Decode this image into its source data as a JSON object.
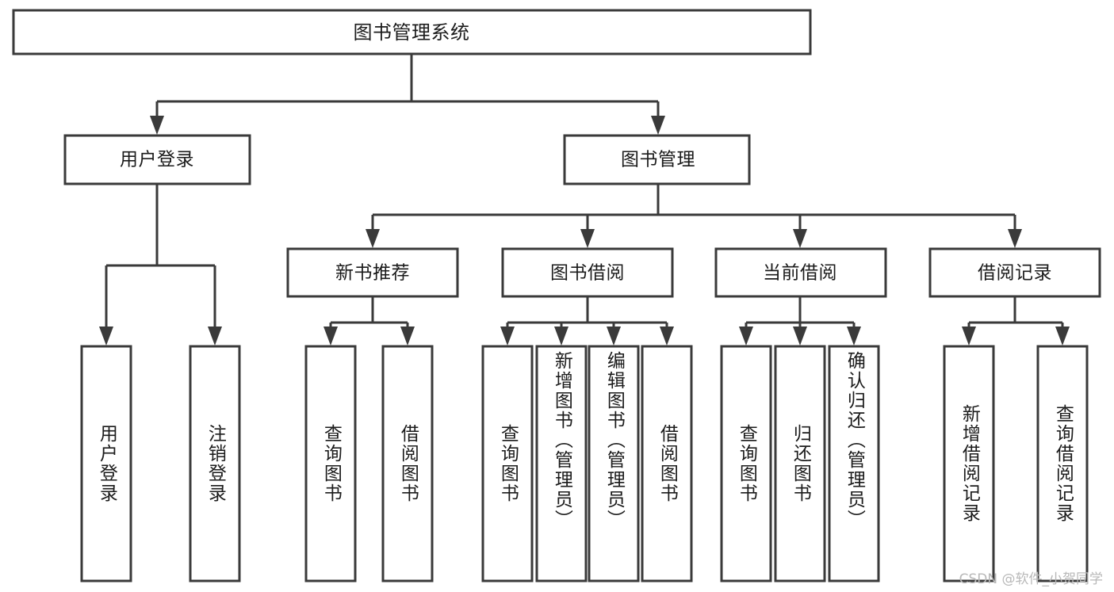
{
  "diagram": {
    "title": "图书管理系统",
    "type": "tree-hierarchy",
    "watermark": "CSDN @软件_小贺同学",
    "colors": {
      "box_fill": "#ffffff",
      "box_stroke": "#3a3a3a",
      "text": "#1b1b1b",
      "background": "#ffffff",
      "watermark": "#b8b8b8"
    },
    "root": {
      "id": "root",
      "label": "图书管理系统",
      "orientation": "horizontal"
    },
    "level2": [
      {
        "id": "user-login",
        "label": "用户登录",
        "orientation": "horizontal"
      },
      {
        "id": "book-management",
        "label": "图书管理",
        "orientation": "horizontal"
      }
    ],
    "level3": [
      {
        "id": "new-book-recommend",
        "label": "新书推荐",
        "orientation": "horizontal",
        "parent": "book-management"
      },
      {
        "id": "book-borrow",
        "label": "图书借阅",
        "orientation": "horizontal",
        "parent": "book-management"
      },
      {
        "id": "current-borrow",
        "label": "当前借阅",
        "orientation": "horizontal",
        "parent": "book-management"
      },
      {
        "id": "borrow-record",
        "label": "借阅记录",
        "orientation": "horizontal",
        "parent": "book-management"
      }
    ],
    "leaves": [
      {
        "id": "leaf-user-login",
        "label": "用户登录",
        "orientation": "vertical",
        "parent": "user-login"
      },
      {
        "id": "leaf-logout-login",
        "label": "注销登录",
        "orientation": "vertical",
        "parent": "user-login"
      },
      {
        "id": "leaf-query-book-1",
        "label": "查询图书",
        "orientation": "vertical",
        "parent": "new-book-recommend"
      },
      {
        "id": "leaf-borrow-book-1",
        "label": "借阅图书",
        "orientation": "vertical",
        "parent": "new-book-recommend"
      },
      {
        "id": "leaf-query-book-2",
        "label": "查询图书",
        "orientation": "vertical",
        "parent": "book-borrow"
      },
      {
        "id": "leaf-add-book",
        "label": "新增图书（管理员）",
        "orientation": "vertical",
        "parent": "book-borrow"
      },
      {
        "id": "leaf-edit-book",
        "label": "编辑图书（管理员）",
        "orientation": "vertical",
        "parent": "book-borrow"
      },
      {
        "id": "leaf-borrow-book-2",
        "label": "借阅图书",
        "orientation": "vertical",
        "parent": "book-borrow"
      },
      {
        "id": "leaf-query-book-3",
        "label": "查询图书",
        "orientation": "vertical",
        "parent": "current-borrow"
      },
      {
        "id": "leaf-return-book",
        "label": "归还图书",
        "orientation": "vertical",
        "parent": "current-borrow"
      },
      {
        "id": "leaf-confirm-return",
        "label": "确认归还（管理员）",
        "orientation": "vertical",
        "parent": "current-borrow"
      },
      {
        "id": "leaf-add-record",
        "label": "新增借阅记录",
        "orientation": "vertical",
        "parent": "borrow-record"
      },
      {
        "id": "leaf-query-record",
        "label": "查询借阅记录",
        "orientation": "vertical",
        "parent": "borrow-record"
      }
    ]
  }
}
